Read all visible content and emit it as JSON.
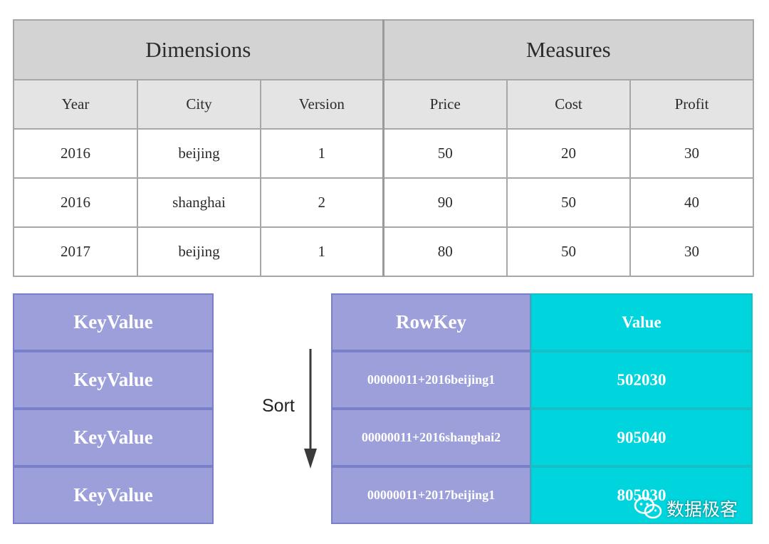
{
  "table": {
    "groups": [
      "Dimensions",
      "Measures"
    ],
    "columns": [
      "Year",
      "City",
      "Version",
      "Price",
      "Cost",
      "Profit"
    ],
    "rows": [
      [
        "2016",
        "beijing",
        "1",
        "50",
        "20",
        "30"
      ],
      [
        "2016",
        "shanghai",
        "2",
        "90",
        "50",
        "40"
      ],
      [
        "2017",
        "beijing",
        "1",
        "80",
        "50",
        "30"
      ]
    ]
  },
  "keyvalues": [
    "KeyValue",
    "KeyValue",
    "KeyValue",
    "KeyValue"
  ],
  "sort_label": "Sort",
  "rowkey_header": "RowKey",
  "value_header": "Value",
  "rowkeys": [
    "00000011+2016beijing1",
    "00000011+2016shanghai2",
    "00000011+2017beijing1"
  ],
  "values": [
    "502030",
    "905040",
    "805030"
  ],
  "watermark": "数据极客",
  "colors": {
    "kv_fill": "#9c9fd9",
    "value_fill": "#00d5de",
    "header_fill": "#d3d3d3"
  }
}
